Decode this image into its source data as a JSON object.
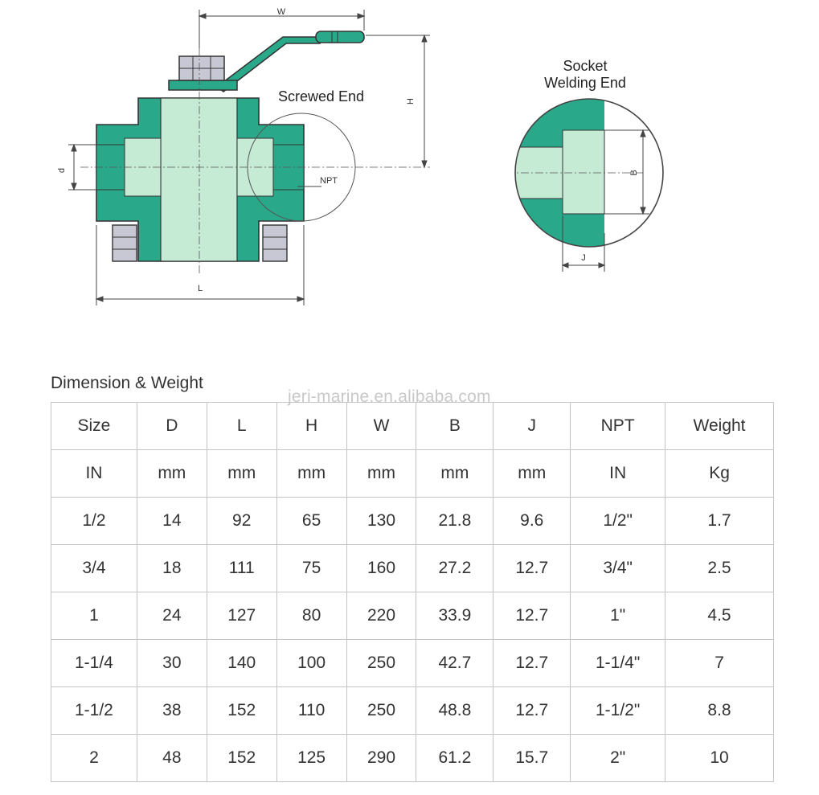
{
  "diagram": {
    "labels": {
      "w": "W",
      "h": "H",
      "d": "d",
      "l": "L",
      "screwed_end": "Screwed End",
      "npt": "NPT",
      "socket_line1": "Socket",
      "socket_line2": "Welding End",
      "b": "B",
      "j": "J"
    },
    "colors": {
      "body": "#2aa88a",
      "bore": "#c5ebd5",
      "bolt": "#c8c8d4",
      "line": "#444444"
    }
  },
  "section_title": "Dimension & Weight",
  "watermark": "jeri-marine.en.alibaba.com",
  "table": {
    "headers": [
      "Size",
      "D",
      "L",
      "H",
      "W",
      "B",
      "J",
      "NPT",
      "Weight"
    ],
    "units": [
      "IN",
      "mm",
      "mm",
      "mm",
      "mm",
      "mm",
      "mm",
      "IN",
      "Kg"
    ],
    "rows": [
      [
        "1/2",
        "14",
        "92",
        "65",
        "130",
        "21.8",
        "9.6",
        "1/2\"",
        "1.7"
      ],
      [
        "3/4",
        "18",
        "111",
        "75",
        "160",
        "27.2",
        "12.7",
        "3/4\"",
        "2.5"
      ],
      [
        "1",
        "24",
        "127",
        "80",
        "220",
        "33.9",
        "12.7",
        "1\"",
        "4.5"
      ],
      [
        "1-1/4",
        "30",
        "140",
        "100",
        "250",
        "42.7",
        "12.7",
        "1-1/4\"",
        "7"
      ],
      [
        "1-1/2",
        "38",
        "152",
        "110",
        "250",
        "48.8",
        "12.7",
        "1-1/2\"",
        "8.8"
      ],
      [
        "2",
        "48",
        "152",
        "125",
        "290",
        "61.2",
        "15.7",
        "2\"",
        "10"
      ]
    ]
  }
}
